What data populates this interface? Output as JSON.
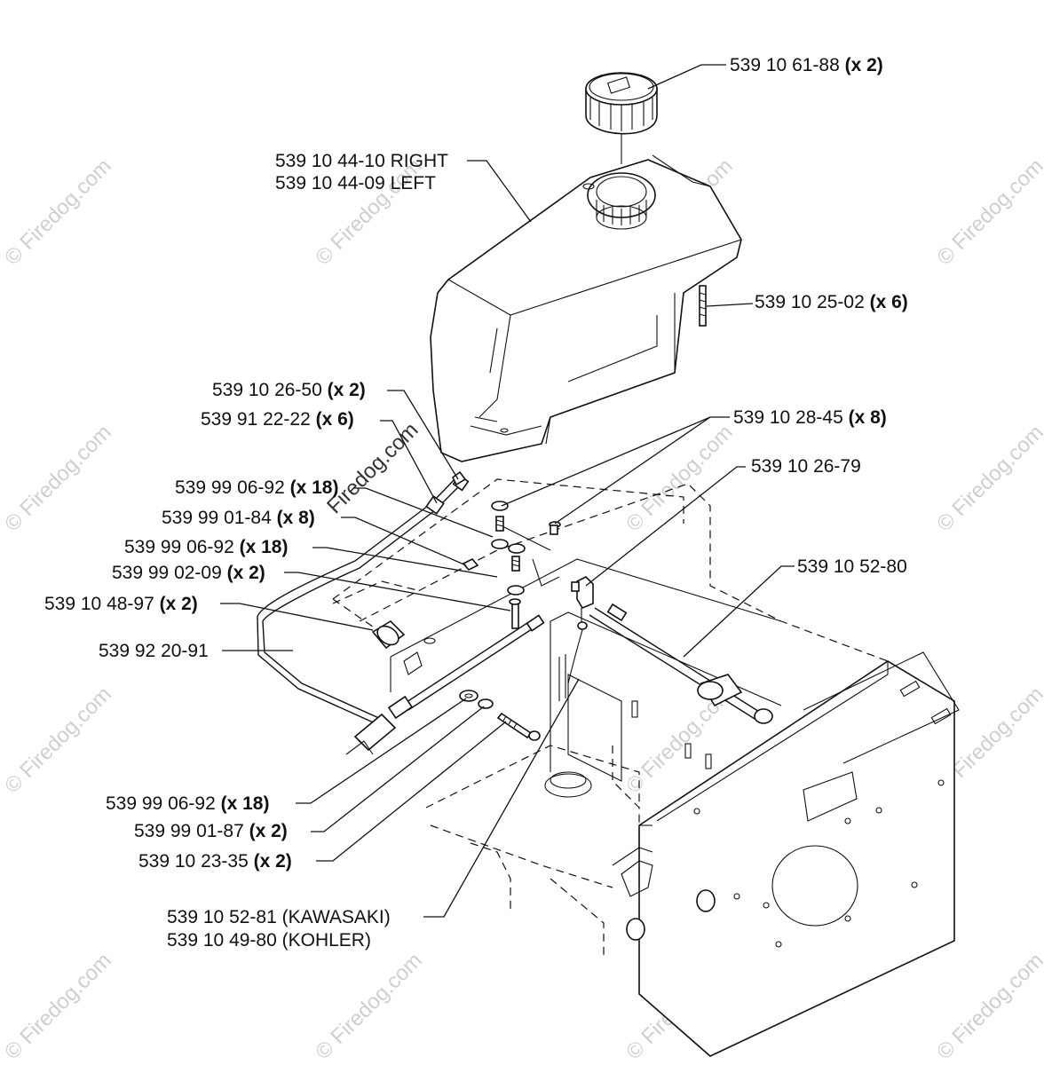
{
  "watermark": "© Firedog.com",
  "watermark_secondary": "Firedog.com",
  "callouts": {
    "fuel_cap": {
      "part": "539 10 61-88",
      "qty": "(x 2)"
    },
    "tank_right": {
      "part": "539 10 44-10 RIGHT",
      "qty": ""
    },
    "tank_left": {
      "part": "539 10 44-09 LEFT",
      "qty": ""
    },
    "stud": {
      "part": "539 10 25-02",
      "qty": "(x 6)"
    },
    "fitting": {
      "part": "539 10 26-50",
      "qty": "(x 2)"
    },
    "clamp": {
      "part": "539 91 22-22",
      "qty": "(x 6)"
    },
    "washer_a": {
      "part": "539 99 06-92",
      "qty": "(x 18)"
    },
    "nut_a": {
      "part": "539 99 01-84",
      "qty": "(x 8)"
    },
    "washer_b": {
      "part": "539 99 06-92",
      "qty": "(x 18)"
    },
    "bolt_a": {
      "part": "539 99 02-09",
      "qty": "(x 2)"
    },
    "grommet": {
      "part": "539 10 48-97",
      "qty": "(x 2)"
    },
    "fuel_line": {
      "part": "539 92 20-91",
      "qty": ""
    },
    "spring": {
      "part": "539 10 28-45",
      "qty": "(x 8)"
    },
    "valve": {
      "part": "539 10 26-79",
      "qty": ""
    },
    "cable": {
      "part": "539 10 52-80",
      "qty": ""
    },
    "washer_c": {
      "part": "539 99 06-92",
      "qty": "(x 18)"
    },
    "nut_b": {
      "part": "539 99 01-87",
      "qty": "(x 2)"
    },
    "bolt_b": {
      "part": "539 10 23-35",
      "qty": "(x 2)"
    },
    "line_kawasaki": {
      "part": "539 10 52-81 (KAWASAKI)",
      "qty": ""
    },
    "line_kohler": {
      "part": "539 10 49-80 (KOHLER)",
      "qty": ""
    }
  }
}
